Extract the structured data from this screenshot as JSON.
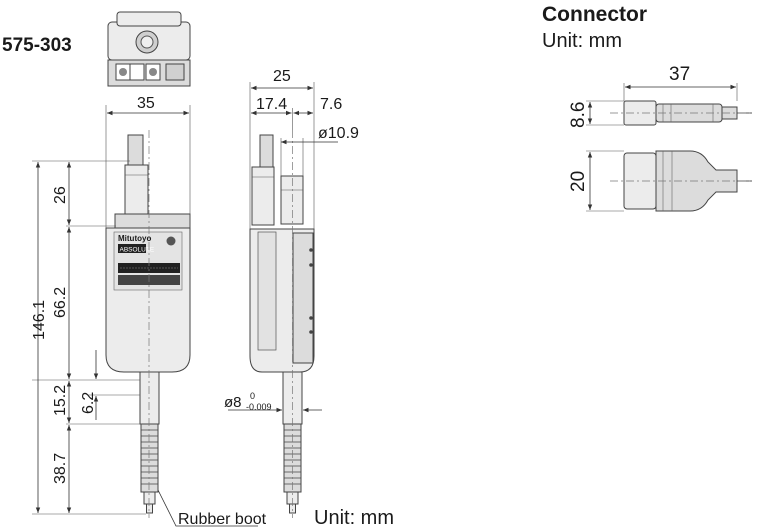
{
  "model": "575-303",
  "main_unit": "Unit: mm",
  "connector": {
    "title": "Connector",
    "unit": "Unit: mm",
    "dims": {
      "length": "37",
      "small_dia": "8.6",
      "large_dia": "20"
    }
  },
  "front_dims": {
    "width": "35",
    "top_len": "26",
    "body_len": "66.2",
    "total": "146.1",
    "stem_len": "15.2",
    "stem_short": "6.2",
    "spindle_len": "38.7"
  },
  "side_dims": {
    "overall": "25",
    "left": "17.4",
    "right": "7.6",
    "dia_top": "ø10.9",
    "dia_stem": "ø8",
    "tol_upper": "0",
    "tol_lower": "-0.009"
  },
  "labels": {
    "rubber_boot": "Rubber boot",
    "brand": "Mitutoyo",
    "absolute": "ABSOLUTE"
  }
}
